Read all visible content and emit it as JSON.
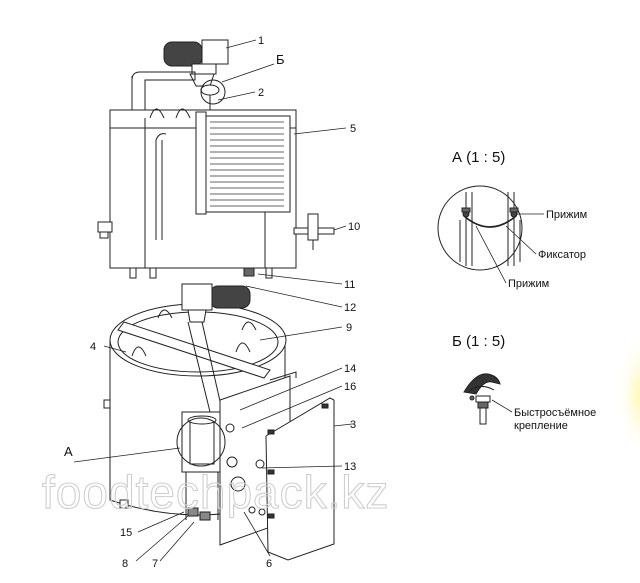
{
  "callouts": [
    "1",
    "2",
    "3",
    "4",
    "5",
    "6",
    "7",
    "8",
    "9",
    "10",
    "11",
    "12",
    "13",
    "14",
    "15",
    "16"
  ],
  "letters": {
    "a": "А",
    "b": "Б"
  },
  "detail_a": {
    "title": "А (1 : 5)",
    "labels": [
      "Прижим",
      "Фиксатор",
      "Прижим"
    ]
  },
  "detail_b": {
    "title": "Б (1 : 5)",
    "labels": [
      "Быстросъёмное",
      "крепление"
    ]
  },
  "watermark": "foodtechpack.kz"
}
